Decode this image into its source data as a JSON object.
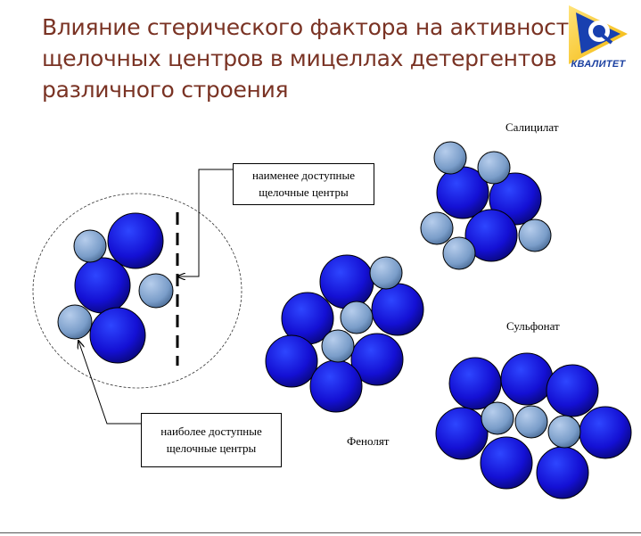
{
  "title": {
    "line1": "Влияние стерического фактора на активность",
    "line2": "щелочных центров в мицеллах детергентов",
    "line3": "различного строения"
  },
  "logo": {
    "text": "КВАЛИТЕТ"
  },
  "callouts": {
    "least_accessible": {
      "line1": "наименее доступные",
      "line2": "щелочные центры"
    },
    "most_accessible": {
      "line1": "наиболее доступные",
      "line2": "щелочные центры"
    }
  },
  "labels": {
    "salicylate": "Салицилат",
    "sulfonate": "Сульфонат",
    "phenolate": "Фенолят"
  },
  "colors": {
    "title": "#7a3324",
    "large_sphere": "#1010d0",
    "small_sphere": "#7ea0cc"
  }
}
